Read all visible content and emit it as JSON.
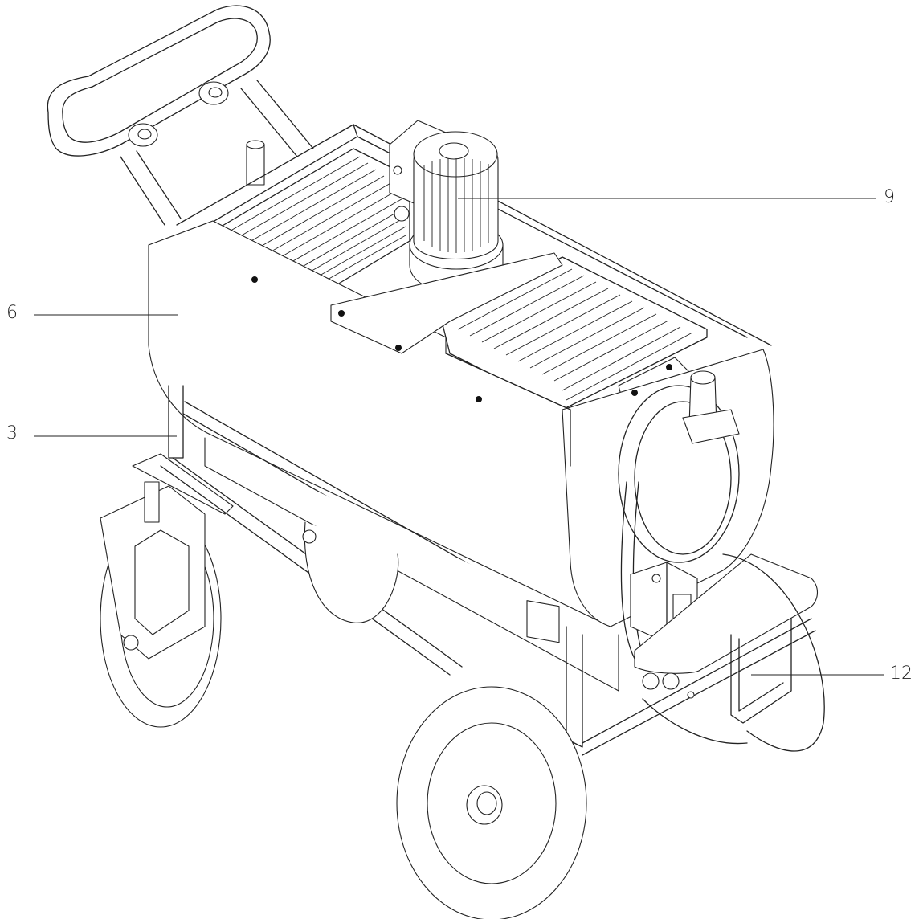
{
  "figure": {
    "description_free": true,
    "callouts": [
      {
        "id": "callout-6",
        "label": "6"
      },
      {
        "id": "callout-3",
        "label": "3"
      },
      {
        "id": "callout-9",
        "label": "9"
      },
      {
        "id": "callout-12",
        "label": "12"
      }
    ]
  },
  "style": {
    "line_color": "#222222",
    "background": "#ffffff"
  }
}
